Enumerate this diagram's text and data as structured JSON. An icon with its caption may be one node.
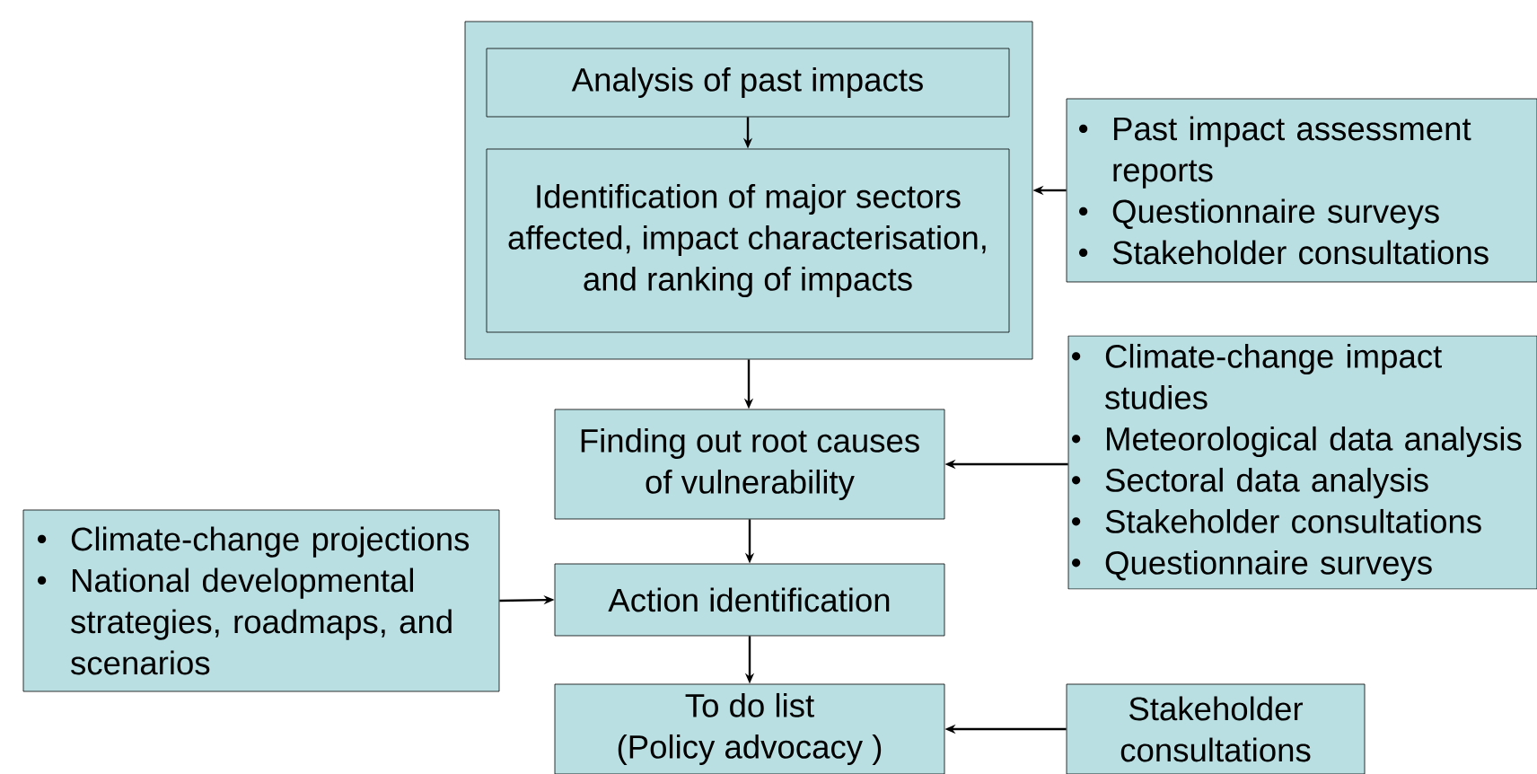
{
  "diagram": {
    "nodes": [
      {
        "text": [],
        "shape": "box"
      },
      {
        "text": [
          "Analysis of past impacts"
        ],
        "in": 0
      },
      {
        "text": [
          "Identification of major sectors affected, impact characterisation, and ranking of impacts"
        ],
        "in": 0
      },
      {
        "text": [
          "Past impact assessment reports",
          "Questionnaire surveys",
          "Stakeholder consultations"
        ]
      },
      {
        "text": [
          "Finding out root causes of vulnerability"
        ]
      },
      {
        "text": [
          "Climate-change impact studies",
          "Meteorological data analysis",
          "Sectoral data analysis",
          "Stakeholder consultations",
          "Questionnaire surveys"
        ]
      },
      {
        "text": [
          "Climate-change projections",
          "National developmental strategies, roadmaps, and scenarios"
        ]
      },
      {
        "text": [
          "Action identification"
        ]
      },
      {
        "text": [
          "To do list (Policy advocacy )"
        ]
      },
      {
        "text": [
          "Stakeholder consultations"
        ]
      }
    ],
    "edges": [
      {
        "from": 1,
        "to": 2,
        "arrow": "to"
      },
      {
        "from": 3,
        "to": 0,
        "arrow": "to"
      },
      {
        "from": 0,
        "to": 4,
        "arrow": "to"
      },
      {
        "from": 5,
        "to": 4,
        "arrow": "to"
      },
      {
        "from": 4,
        "to": 7,
        "arrow": "to"
      },
      {
        "from": 6,
        "to": 7,
        "arrow": "to"
      },
      {
        "from": 7,
        "to": 8,
        "arrow": "to"
      },
      {
        "from": 9,
        "to": 8,
        "arrow": "to"
      }
    ]
  }
}
